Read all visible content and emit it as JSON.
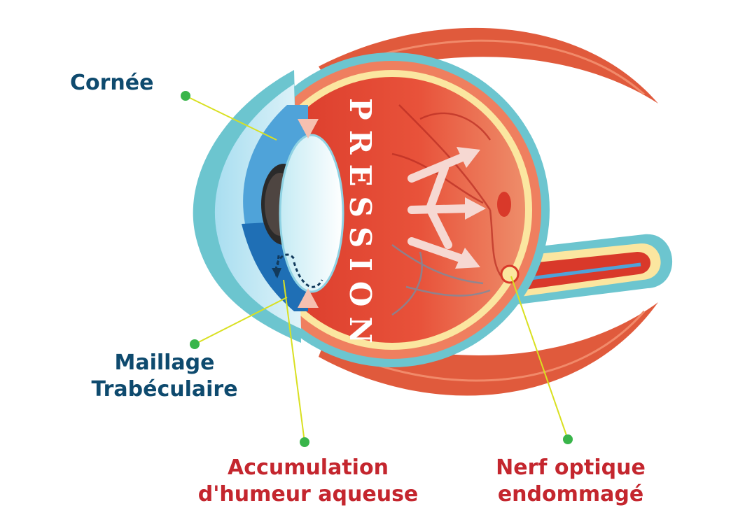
{
  "labels": {
    "cornee": "Cornée",
    "maillage_line1": "Maillage",
    "maillage_line2": "Trabéculaire",
    "accumulation_line1": "Accumulation",
    "accumulation_line2": "d'humeur aqueuse",
    "nerf_line1": "Nerf optique",
    "nerf_line2": "endommagé",
    "pression": "PRESSION"
  },
  "colors": {
    "label_blue": "#0e4a6e",
    "label_red": "#c4262e",
    "leader_line": "#d9e021",
    "leader_dot": "#39b54a",
    "muscle": "#e05a3c",
    "eye_red": "#e8432e",
    "sclera_teal": "#6cc5cf",
    "retina_yellow": "#fbe6a0"
  },
  "icons": [
    "pressure-arrow-icon",
    "fluid-flow-arrow-icon"
  ]
}
